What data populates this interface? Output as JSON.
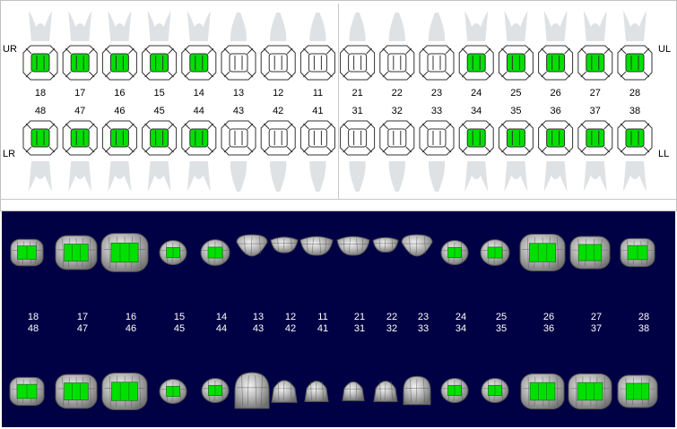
{
  "chart": {
    "upper_quadrant_right": "UR",
    "upper_quadrant_left": "UL",
    "lower_quadrant_right": "LR",
    "lower_quadrant_left": "LL",
    "upper_teeth": [
      {
        "id": "18",
        "selected": true
      },
      {
        "id": "17",
        "selected": true
      },
      {
        "id": "16",
        "selected": true
      },
      {
        "id": "15",
        "selected": true
      },
      {
        "id": "14",
        "selected": true
      },
      {
        "id": "13",
        "selected": false
      },
      {
        "id": "12",
        "selected": false
      },
      {
        "id": "11",
        "selected": false
      },
      {
        "id": "21",
        "selected": false
      },
      {
        "id": "22",
        "selected": false
      },
      {
        "id": "23",
        "selected": false
      },
      {
        "id": "24",
        "selected": true
      },
      {
        "id": "25",
        "selected": true
      },
      {
        "id": "26",
        "selected": true
      },
      {
        "id": "27",
        "selected": true
      },
      {
        "id": "28",
        "selected": true
      }
    ],
    "lower_teeth": [
      {
        "id": "48",
        "selected": true
      },
      {
        "id": "47",
        "selected": true
      },
      {
        "id": "46",
        "selected": true
      },
      {
        "id": "45",
        "selected": true
      },
      {
        "id": "44",
        "selected": true
      },
      {
        "id": "43",
        "selected": false
      },
      {
        "id": "42",
        "selected": false
      },
      {
        "id": "41",
        "selected": false
      },
      {
        "id": "31",
        "selected": false
      },
      {
        "id": "32",
        "selected": false
      },
      {
        "id": "33",
        "selected": false
      },
      {
        "id": "34",
        "selected": true
      },
      {
        "id": "35",
        "selected": true
      },
      {
        "id": "36",
        "selected": true
      },
      {
        "id": "37",
        "selected": true
      },
      {
        "id": "38",
        "selected": true
      }
    ]
  },
  "view3d": {
    "columns": [
      {
        "upper": "18",
        "lower": "48",
        "type": "molar"
      },
      {
        "upper": "17",
        "lower": "47",
        "type": "molar"
      },
      {
        "upper": "16",
        "lower": "46",
        "type": "molar"
      },
      {
        "upper": "15",
        "lower": "45",
        "type": "premolar"
      },
      {
        "upper": "14",
        "lower": "44",
        "type": "premolar"
      },
      {
        "upper": "13",
        "lower": "43",
        "type": "canine"
      },
      {
        "upper": "12",
        "lower": "42",
        "type": "incisor"
      },
      {
        "upper": "11",
        "lower": "41",
        "type": "incisor"
      },
      {
        "upper": "21",
        "lower": "31",
        "type": "incisor"
      },
      {
        "upper": "22",
        "lower": "32",
        "type": "incisor"
      },
      {
        "upper": "23",
        "lower": "33",
        "type": "canine"
      },
      {
        "upper": "24",
        "lower": "34",
        "type": "premolar"
      },
      {
        "upper": "25",
        "lower": "35",
        "type": "premolar"
      },
      {
        "upper": "26",
        "lower": "36",
        "type": "molar"
      },
      {
        "upper": "27",
        "lower": "37",
        "type": "molar"
      },
      {
        "upper": "28",
        "lower": "38",
        "type": "molar"
      }
    ]
  },
  "colors": {
    "selected_fill": "#00e000",
    "tooth_outline": "#333333",
    "ghost_tooth": "#dfe2e5",
    "view_background": "#000044",
    "crown_gray": "#a9a9a9",
    "label_text": "#000000",
    "view_label_text": "#ffffff"
  }
}
